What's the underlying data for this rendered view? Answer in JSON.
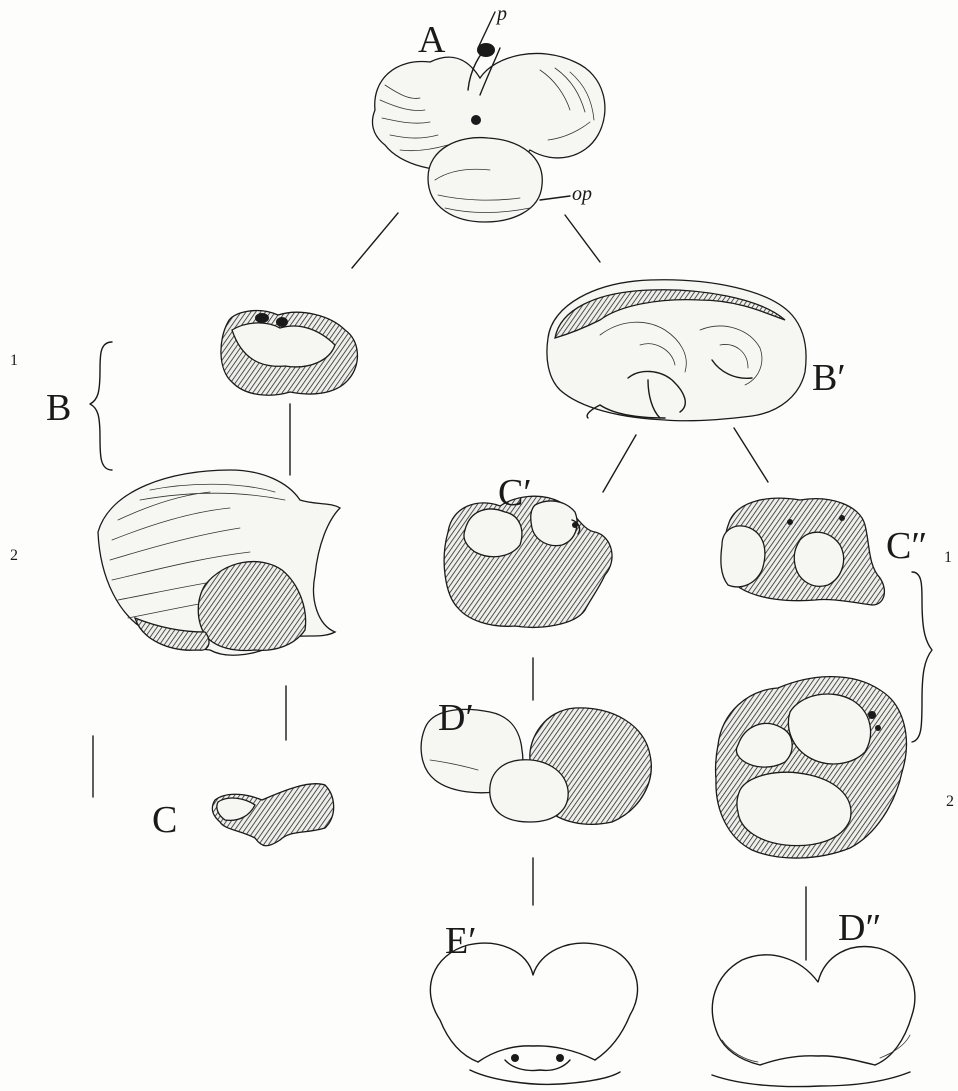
{
  "labels": {
    "A": "A",
    "p": "p",
    "op": "op",
    "B": "B",
    "B_prime": "B′",
    "C": "C",
    "C_prime": "C′",
    "C_double_prime": "C″",
    "D_prime": "D′",
    "D_double_prime": "D″",
    "E_prime": "E′",
    "left_num_1": "1",
    "left_num_2": "2",
    "right_num_1": "1",
    "right_num_2": "2"
  }
}
